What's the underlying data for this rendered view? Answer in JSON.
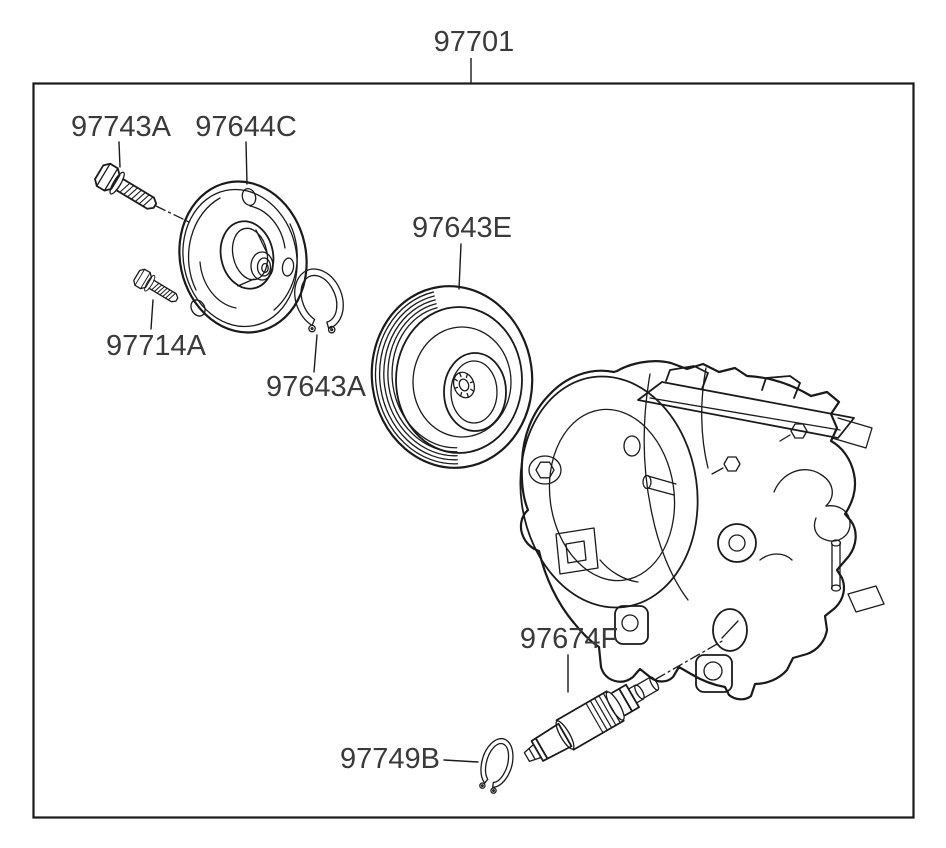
{
  "diagram": {
    "assembly_label": "97701",
    "part_labels": [
      "97743A",
      "97644C",
      "97714A",
      "97643A",
      "97643E",
      "97674F",
      "97749B"
    ],
    "ink_color": "#1a1a1a",
    "label_color": "#3a3a3a",
    "background_color": "#ffffff"
  }
}
